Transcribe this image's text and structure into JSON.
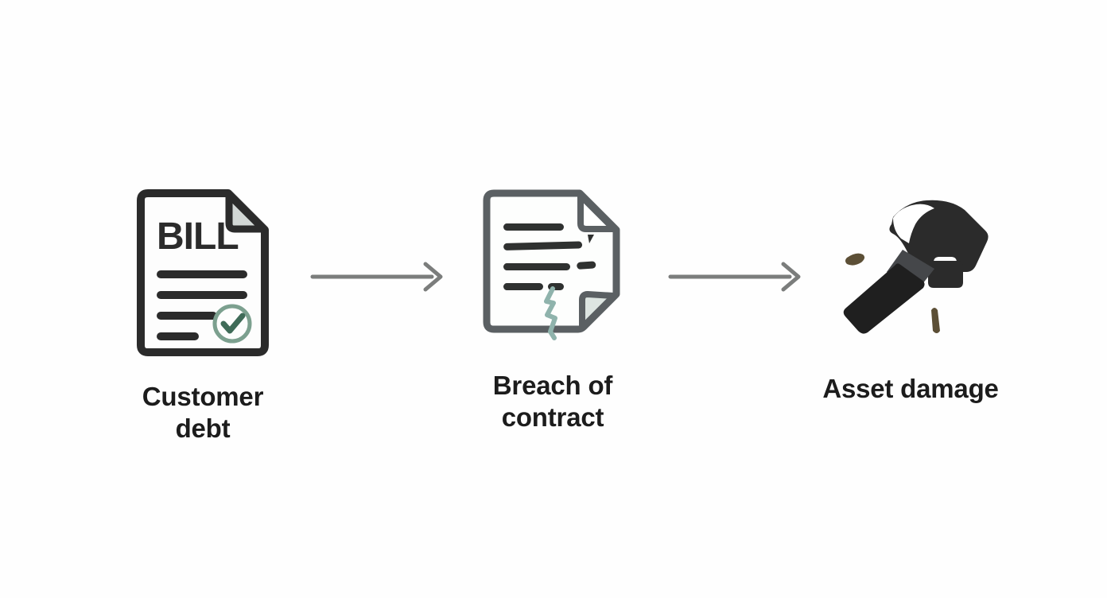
{
  "diagram": {
    "type": "horizontal-flow",
    "background_color": "#fefefe",
    "label_color": "#1c1c1c",
    "arrow_color": "#7b7d7c",
    "nodes": [
      {
        "id": "customer-debt",
        "icon": "bill-document-check-icon",
        "icon_detail": "invoice document with folded top-right corner, the word BILL, four text lines, and a green verified check badge",
        "icon_text": "BILL",
        "label": "Customer\ndebt",
        "label_flat": "Customer debt",
        "colors": {
          "outline": "#2b2b2b",
          "paper": "#fdfdfd",
          "fold": "#d3d8d6",
          "lines": "#2b2b2b",
          "check": "#5d8a78"
        }
      },
      {
        "id": "breach-of-contract",
        "icon": "torn-contract-document-icon",
        "icon_detail": "contract document with folded top-right and bottom-right corners, four broken text lines and a jagged tear crack",
        "icon_text": "",
        "label": "Breach of contract",
        "label_flat": "Breach of contract",
        "colors": {
          "outline": "#5b6063",
          "paper": "#fdfefd",
          "fold": "#dde5e1",
          "lines": "#2f3130",
          "crack": "#8fb3ac"
        }
      },
      {
        "id": "asset-damage",
        "icon": "hammer-icon",
        "icon_detail": "claw hammer tilted with two flying debris chips",
        "icon_text": "",
        "label": "Asset damage",
        "label_flat": "Asset damage",
        "colors": {
          "head": "#2b2b2b",
          "handle": "#1f1f1f",
          "neck": "#45474a",
          "debris": "#5c4f36"
        }
      }
    ],
    "arrows": [
      {
        "id": "arrow-debt-to-breach",
        "from": "customer-debt",
        "to": "breach-of-contract",
        "style": "solid-line-chevron"
      },
      {
        "id": "arrow-breach-to-damage",
        "from": "breach-of-contract",
        "to": "asset-damage",
        "style": "solid-line-chevron"
      }
    ]
  }
}
